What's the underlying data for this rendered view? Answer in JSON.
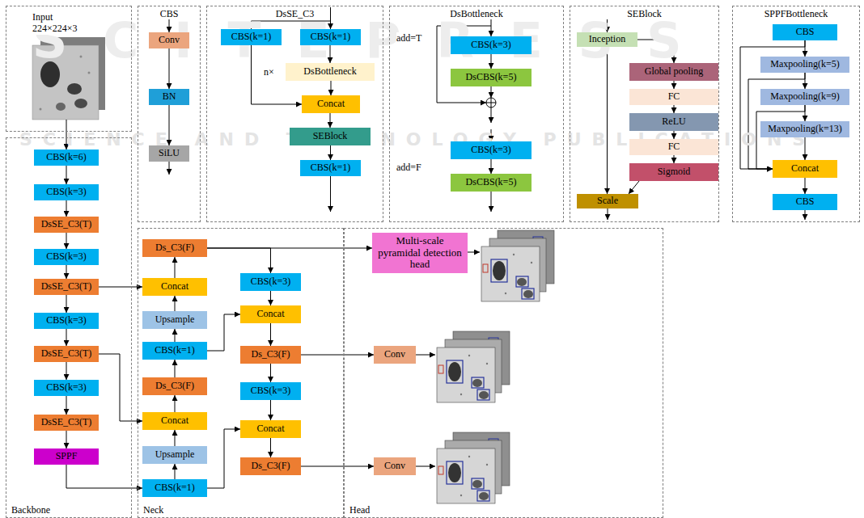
{
  "diagram": {
    "nodes": [
      {
        "text": [
          "Input 224×224×3"
        ]
      },
      {
        "text": [
          "CBS"
        ]
      },
      {
        "text": [
          "Conv"
        ],
        "in": 1
      },
      {
        "text": [
          "BN"
        ],
        "in": 1
      },
      {
        "text": [
          "SiLU"
        ],
        "in": 1
      },
      {
        "text": [
          "DsSE_C3"
        ]
      },
      {
        "text": [
          "CBS(k=1)"
        ],
        "in": 5
      },
      {
        "text": [
          "CBS(k=1)"
        ],
        "in": 5
      },
      {
        "text": [
          "DsBottleneck"
        ],
        "in": 5
      },
      {
        "text": [
          "Concat"
        ],
        "in": 5
      },
      {
        "text": [
          "SEBlock"
        ],
        "in": 5
      },
      {
        "text": [
          "CBS(k=1)"
        ],
        "in": 5
      },
      {
        "text": [
          "DsBottleneck"
        ]
      },
      {
        "text": [
          "CBS(k=3)"
        ],
        "in": 12
      },
      {
        "text": [
          "DsCBS(k=5)"
        ],
        "in": 12
      },
      {
        "text": [
          "CBS(k=3)"
        ],
        "in": 12
      },
      {
        "text": [
          "DsCBS(k=5)"
        ],
        "in": 12
      },
      {
        "text": [
          "SEBlock"
        ]
      },
      {
        "text": [
          "Inception"
        ],
        "in": 17
      },
      {
        "text": [
          "Global pooling"
        ],
        "in": 17
      },
      {
        "text": [
          "FC"
        ],
        "in": 17
      },
      {
        "text": [
          "ReLU"
        ],
        "in": 17
      },
      {
        "text": [
          "FC"
        ],
        "in": 17
      },
      {
        "text": [
          "Sigmoid"
        ],
        "in": 17
      },
      {
        "text": [
          "Scale"
        ],
        "in": 17
      },
      {
        "text": [
          "SPPFBottleneck"
        ]
      },
      {
        "text": [
          "CBS"
        ],
        "in": 25
      },
      {
        "text": [
          "Maxpooling(k=5)"
        ],
        "in": 25
      },
      {
        "text": [
          "Maxpooling(k=9)"
        ],
        "in": 25
      },
      {
        "text": [
          "Maxpooling(k=13)"
        ],
        "in": 25
      },
      {
        "text": [
          "Concat"
        ],
        "in": 25
      },
      {
        "text": [
          "CBS"
        ],
        "in": 25
      },
      {
        "text": [
          "Backbone"
        ]
      },
      {
        "text": [
          "CBS(k=6)"
        ],
        "in": 32
      },
      {
        "text": [
          "CBS(k=3)"
        ],
        "in": 32
      },
      {
        "text": [
          "DsSE_C3(T)"
        ],
        "in": 32
      },
      {
        "text": [
          "CBS(k=3)"
        ],
        "in": 32
      },
      {
        "text": [
          "DsSE_C3(T)"
        ],
        "in": 32
      },
      {
        "text": [
          "CBS(k=3)"
        ],
        "in": 32
      },
      {
        "text": [
          "DsSE_C3(T)"
        ],
        "in": 32
      },
      {
        "text": [
          "CBS(k=3)"
        ],
        "in": 32
      },
      {
        "text": [
          "DsSE_C3(T)"
        ],
        "in": 32
      },
      {
        "text": [
          "SPPF"
        ],
        "in": 32
      },
      {
        "text": [
          "Neck"
        ]
      },
      {
        "text": [
          "Ds_C3(F)"
        ],
        "in": 43
      },
      {
        "text": [
          "Concat"
        ],
        "in": 43
      },
      {
        "text": [
          "Upsample"
        ],
        "in": 43
      },
      {
        "text": [
          "CBS(k=1)"
        ],
        "in": 43
      },
      {
        "text": [
          "Ds_C3(F)"
        ],
        "in": 43
      },
      {
        "text": [
          "Concat"
        ],
        "in": 43
      },
      {
        "text": [
          "Upsample"
        ],
        "in": 43
      },
      {
        "text": [
          "CBS(k=1)"
        ],
        "in": 43
      },
      {
        "text": [
          "CBS(k=3)"
        ],
        "in": 43
      },
      {
        "text": [
          "Concat"
        ],
        "in": 43
      },
      {
        "text": [
          "Ds_C3(F)"
        ],
        "in": 43
      },
      {
        "text": [
          "CBS(k=3)"
        ],
        "in": 43
      },
      {
        "text": [
          "Concat"
        ],
        "in": 43
      },
      {
        "text": [
          "Ds_C3(F)"
        ],
        "in": 43
      },
      {
        "text": [
          "Head"
        ]
      },
      {
        "text": [
          "Multi-scale pyramidal detection head"
        ],
        "in": 58
      },
      {
        "text": [
          "Conv"
        ],
        "in": 58
      },
      {
        "text": [
          "Conv"
        ],
        "in": 58
      }
    ],
    "edges": [
      {
        "from": 2,
        "to": 3,
        "arrow": "to"
      },
      {
        "from": 3,
        "to": 4,
        "arrow": "to"
      },
      {
        "from": 7,
        "to": 8,
        "arrow": "to"
      },
      {
        "from": 8,
        "to": 9,
        "arrow": "to"
      },
      {
        "from": 6,
        "to": 9,
        "arrow": "to"
      },
      {
        "from": 9,
        "to": 10,
        "arrow": "to"
      },
      {
        "from": 10,
        "to": 11,
        "arrow": "to"
      },
      {
        "from": 13,
        "to": 14,
        "arrow": "to"
      },
      {
        "from": 15,
        "to": 16,
        "arrow": "to"
      },
      {
        "from": 18,
        "to": 19,
        "arrow": "to"
      },
      {
        "from": 19,
        "to": 20,
        "arrow": "to"
      },
      {
        "from": 20,
        "to": 21,
        "arrow": "to"
      },
      {
        "from": 21,
        "to": 22,
        "arrow": "to"
      },
      {
        "from": 22,
        "to": 23,
        "arrow": "to"
      },
      {
        "from": 23,
        "to": 24,
        "arrow": "to"
      },
      {
        "from": 18,
        "to": 24,
        "arrow": "to"
      },
      {
        "from": 26,
        "to": 27,
        "arrow": "to"
      },
      {
        "from": 27,
        "to": 28,
        "arrow": "to"
      },
      {
        "from": 28,
        "to": 29,
        "arrow": "to"
      },
      {
        "from": 29,
        "to": 30,
        "arrow": "to"
      },
      {
        "from": 30,
        "to": 31,
        "arrow": "to"
      },
      {
        "from": 26,
        "to": 30,
        "arrow": "to"
      },
      {
        "from": 27,
        "to": 30,
        "arrow": "to"
      },
      {
        "from": 28,
        "to": 30,
        "arrow": "to"
      },
      {
        "from": 0,
        "to": 33,
        "arrow": "to"
      },
      {
        "from": 33,
        "to": 34,
        "arrow": "to"
      },
      {
        "from": 34,
        "to": 35,
        "arrow": "to"
      },
      {
        "from": 35,
        "to": 36,
        "arrow": "to"
      },
      {
        "from": 36,
        "to": 37,
        "arrow": "to"
      },
      {
        "from": 37,
        "to": 38,
        "arrow": "to"
      },
      {
        "from": 38,
        "to": 39,
        "arrow": "to"
      },
      {
        "from": 39,
        "to": 40,
        "arrow": "to"
      },
      {
        "from": 40,
        "to": 41,
        "arrow": "to"
      },
      {
        "from": 41,
        "to": 42,
        "arrow": "to"
      },
      {
        "from": 37,
        "to": 45,
        "arrow": "to"
      },
      {
        "from": 39,
        "to": 49,
        "arrow": "to"
      },
      {
        "from": 42,
        "to": 51,
        "arrow": "to"
      },
      {
        "from": 51,
        "to": 50,
        "arrow": "to"
      },
      {
        "from": 50,
        "to": 49,
        "arrow": "to"
      },
      {
        "from": 49,
        "to": 48,
        "arrow": "to"
      },
      {
        "from": 48,
        "to": 47,
        "arrow": "to"
      },
      {
        "from": 47,
        "to": 46,
        "arrow": "to"
      },
      {
        "from": 46,
        "to": 45,
        "arrow": "to"
      },
      {
        "from": 45,
        "to": 44,
        "arrow": "to"
      },
      {
        "from": 51,
        "to": 56,
        "arrow": "to"
      },
      {
        "from": 47,
        "to": 53,
        "arrow": "to"
      },
      {
        "from": 44,
        "to": 52,
        "arrow": "to"
      },
      {
        "from": 44,
        "to": 59,
        "arrow": "to"
      },
      {
        "from": 52,
        "to": 53,
        "arrow": "to"
      },
      {
        "from": 53,
        "to": 54,
        "arrow": "to"
      },
      {
        "from": 54,
        "to": 55,
        "arrow": "to"
      },
      {
        "from": 55,
        "to": 56,
        "arrow": "to"
      },
      {
        "from": 56,
        "to": 57,
        "arrow": "to"
      },
      {
        "from": 54,
        "to": 60,
        "arrow": "to"
      },
      {
        "from": 57,
        "to": 61,
        "arrow": "to"
      }
    ],
    "labels": [
      "SCITEPRESS",
      "SCIENCE AND TECHNOLOGY PUBLICATIONS",
      "n×",
      "add=T",
      "add=F"
    ]
  }
}
